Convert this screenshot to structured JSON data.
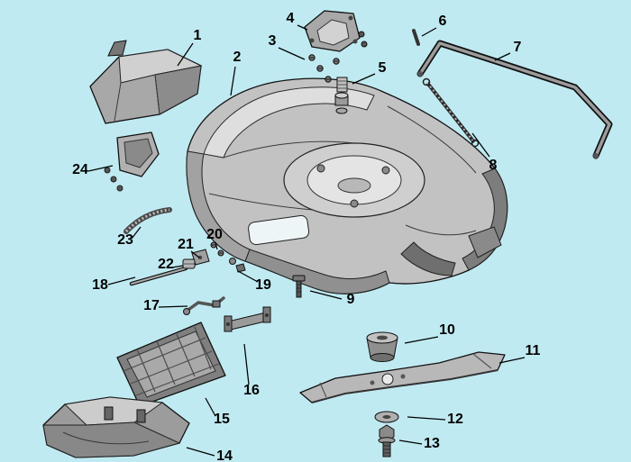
{
  "diagram": {
    "kind": "exploded-parts-diagram",
    "colors": {
      "background": "#c0eaf2",
      "outline": "#111111",
      "label_text": "#000000"
    },
    "callouts": [
      {
        "label": "1"
      },
      {
        "label": "2"
      },
      {
        "label": "3"
      },
      {
        "label": "4"
      },
      {
        "label": "5"
      },
      {
        "label": "6"
      },
      {
        "label": "7"
      },
      {
        "label": "8"
      },
      {
        "label": "9"
      },
      {
        "label": "10"
      },
      {
        "label": "11"
      },
      {
        "label": "12"
      },
      {
        "label": "13"
      },
      {
        "label": "14"
      },
      {
        "label": "15"
      },
      {
        "label": "16"
      },
      {
        "label": "17"
      },
      {
        "label": "18"
      },
      {
        "label": "19"
      },
      {
        "label": "20"
      },
      {
        "label": "21"
      },
      {
        "label": "22"
      },
      {
        "label": "23"
      },
      {
        "label": "24"
      }
    ]
  }
}
